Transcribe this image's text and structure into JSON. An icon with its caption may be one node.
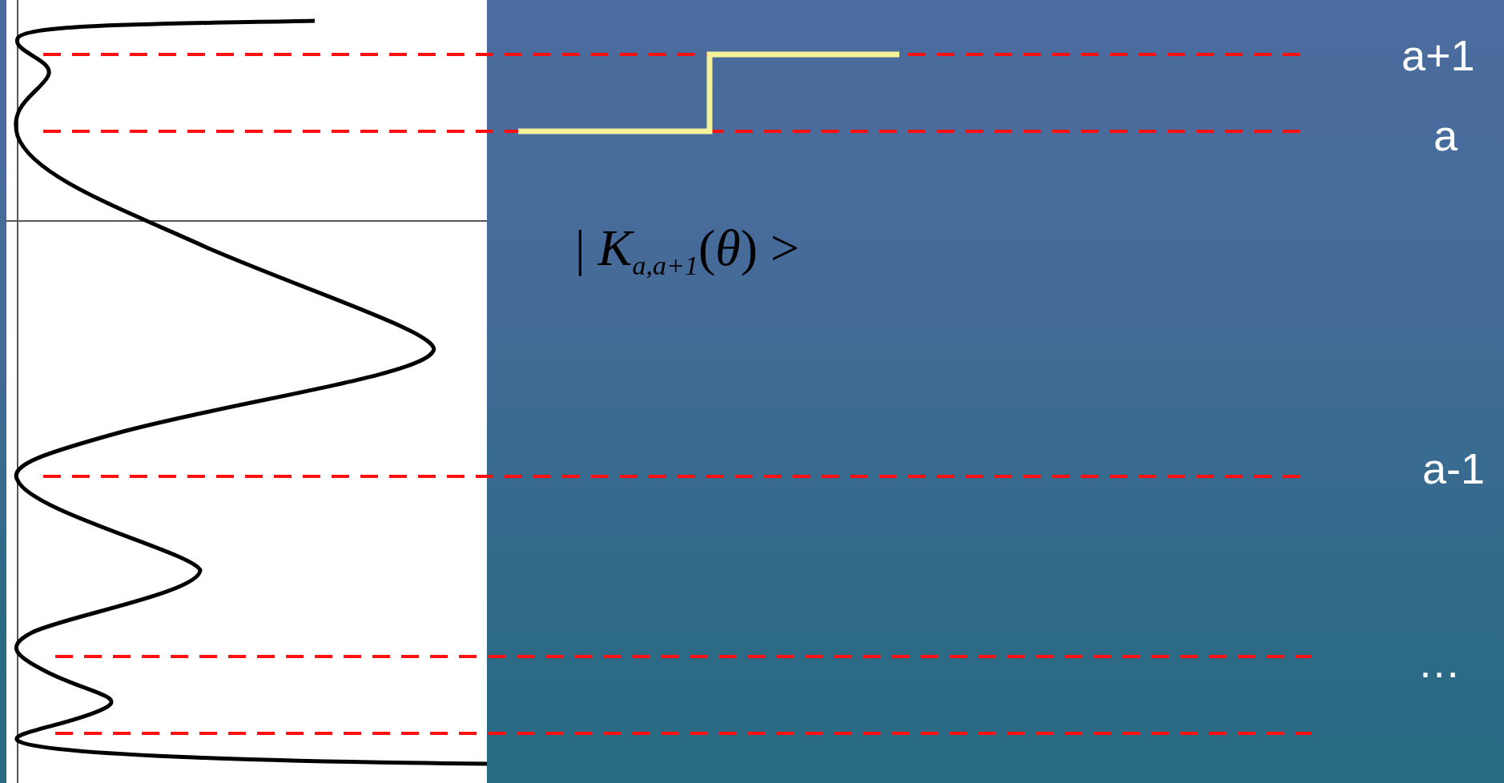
{
  "diagram": {
    "labels": [
      "a+1",
      "a",
      "| *K*$_{a,a+1}$(*θ*) >",
      "a-1",
      "…"
    ]
  }
}
